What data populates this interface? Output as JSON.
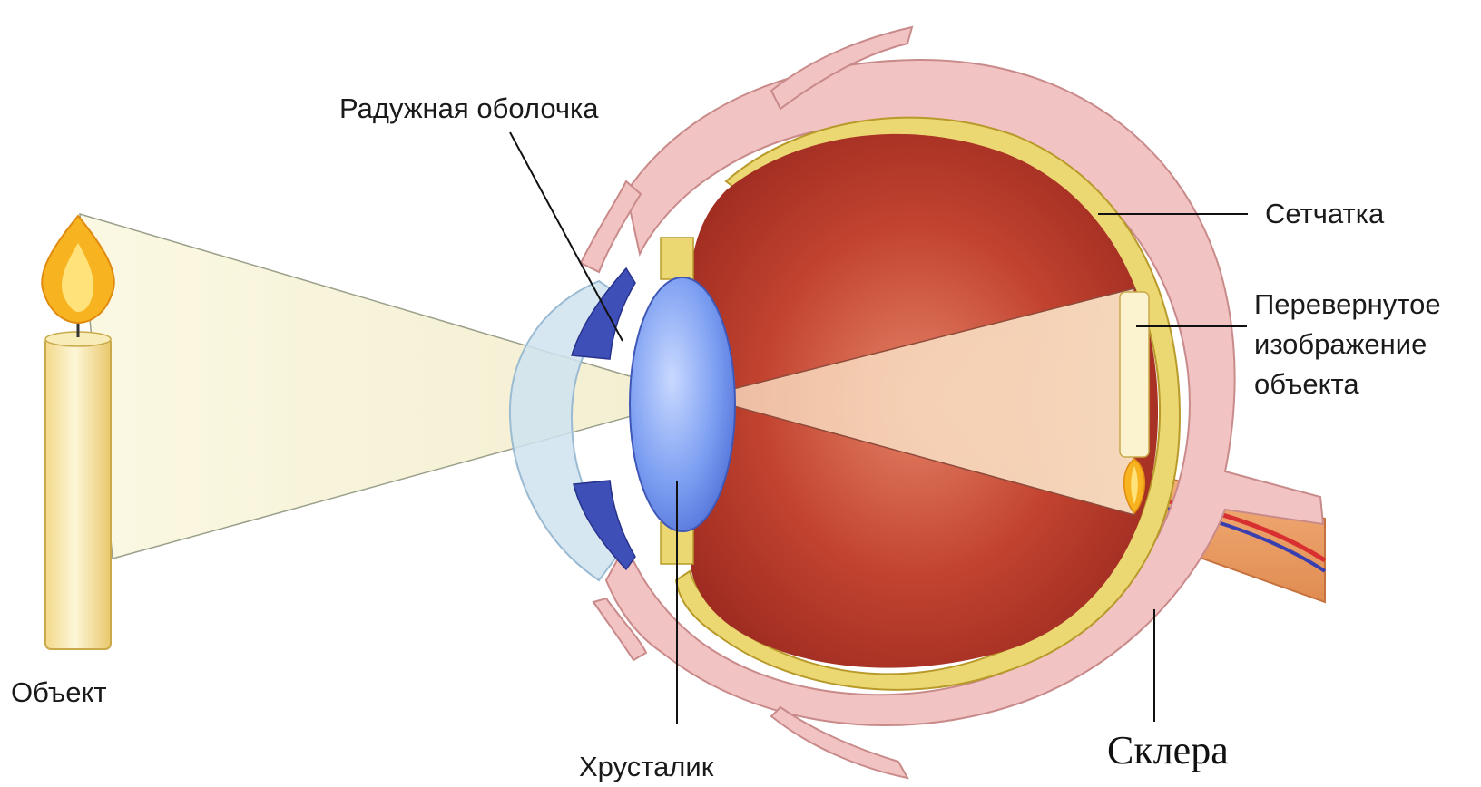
{
  "labels": {
    "iris": "Радужная оболочка",
    "retina": "Сетчатка",
    "inverted_image_line1": "Перевернутое",
    "inverted_image_line2": "изображение",
    "inverted_image_line3": "объекта",
    "object": "Объект",
    "lens": "Хрусталик",
    "sclera": "Склера"
  },
  "colors": {
    "sclera": "#f2c3c3",
    "retina": "#ecd873",
    "vitreous": "#b8362a",
    "lens": "#7a9ff0",
    "cornea": "#cfe3f0",
    "iris": "#3f4fb8",
    "light_beam": "#f8f4d6",
    "candle": "#f5e6a8",
    "flame": "#f7b420"
  }
}
